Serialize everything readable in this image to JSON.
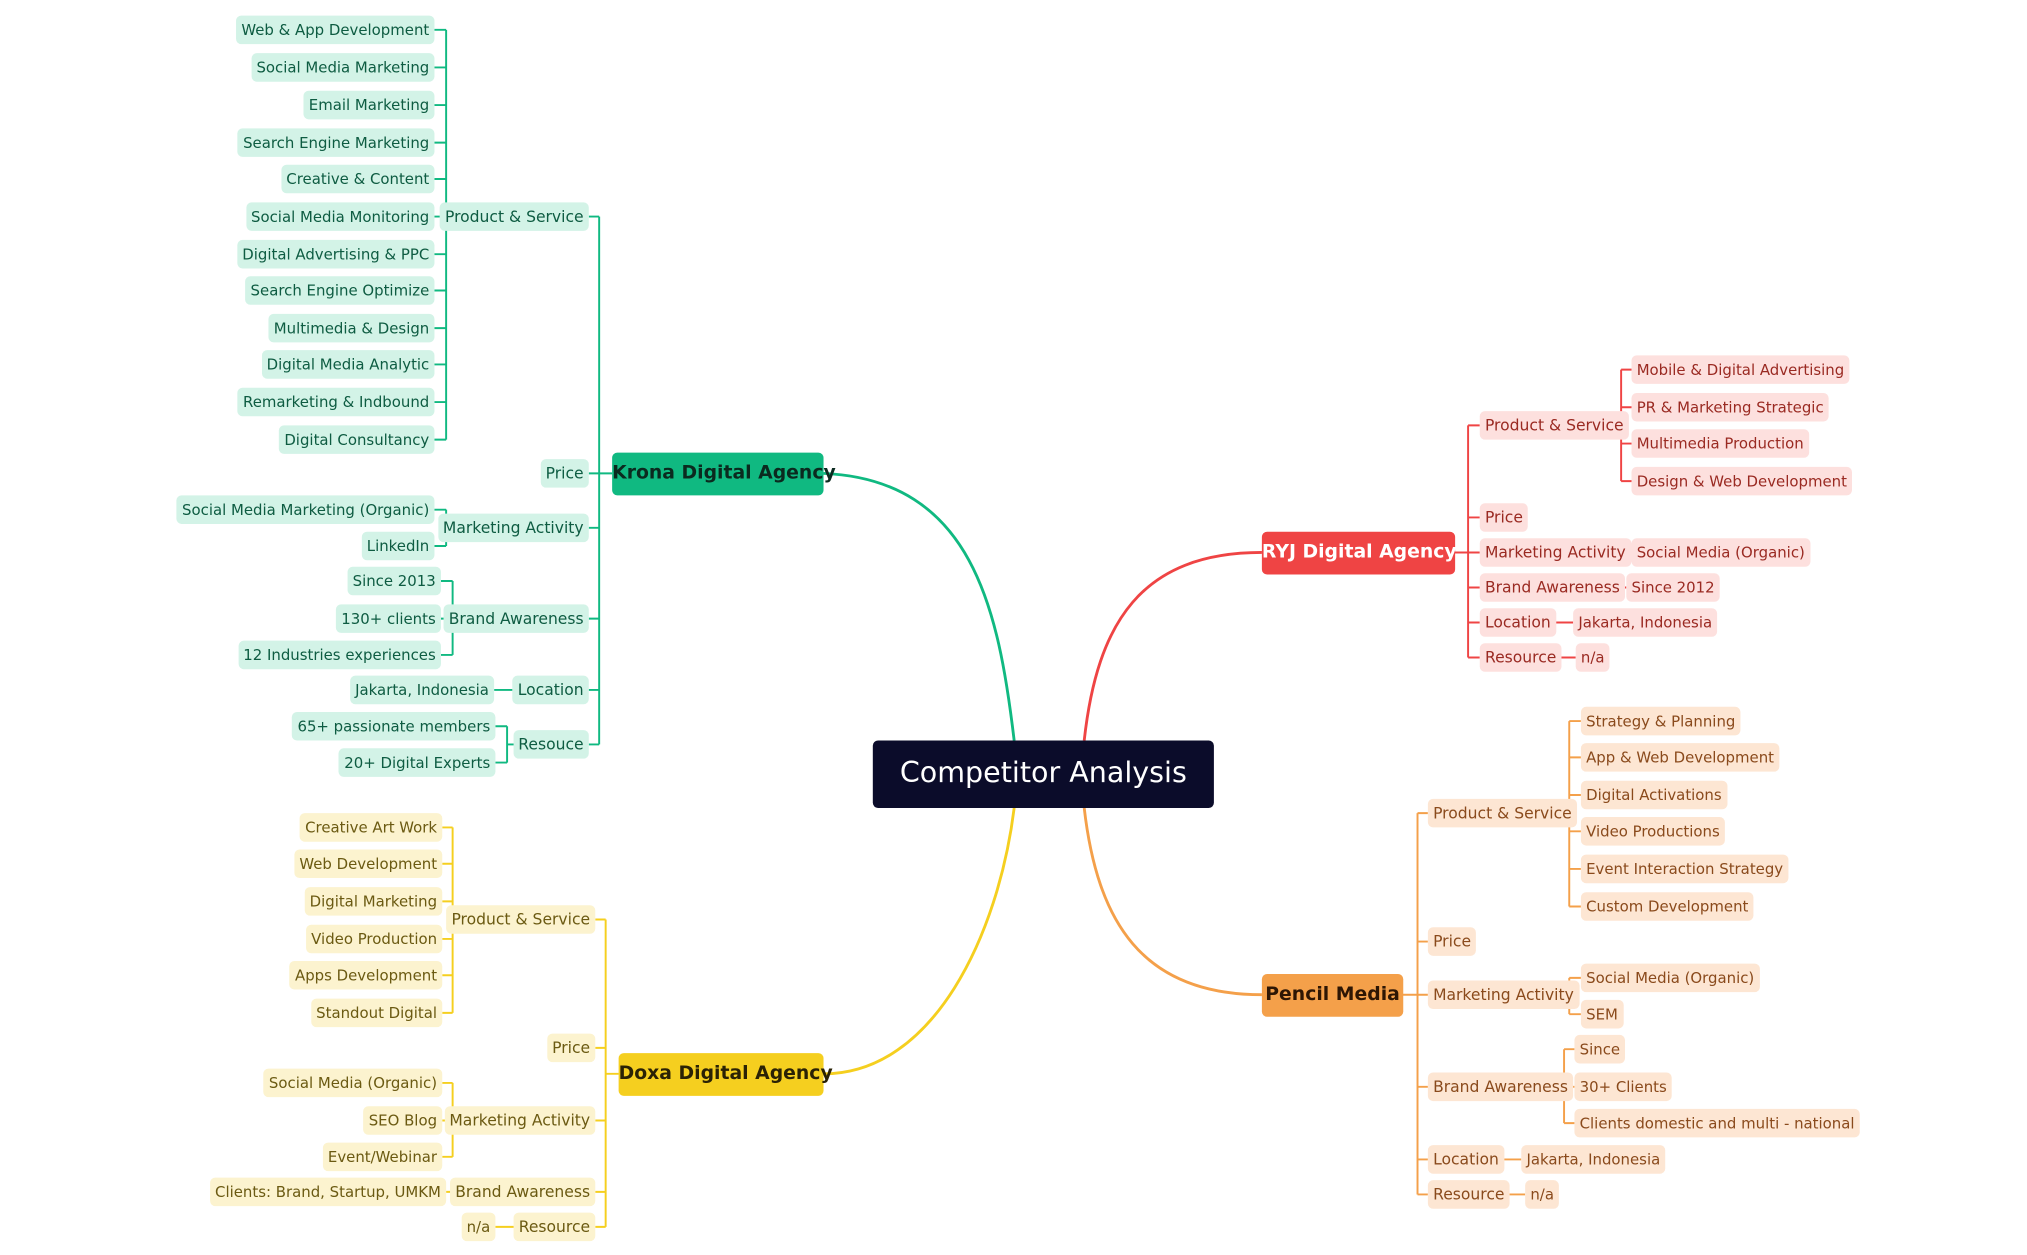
{
  "root": "Competitor Analysis",
  "colors": {
    "krona": "#10b981",
    "ryj": "#ef4444",
    "doxa": "#f5cf1f",
    "pencil": "#f4a04a",
    "root": "#0b0c2a"
  },
  "krona": {
    "name": "Krona Digital Agency",
    "product_service": {
      "label": "Product & Service",
      "items": [
        "Web & App Development",
        "Social Media Marketing",
        "Email Marketing",
        "Search Engine Marketing",
        "Creative & Content",
        "Social Media Monitoring",
        "Digital Advertising & PPC",
        "Search Engine Optimize",
        "Multimedia & Design",
        "Digital Media Analytic",
        "Remarketing & Indbound",
        "Digital Consultancy"
      ]
    },
    "price": {
      "label": "Price"
    },
    "marketing": {
      "label": "Marketing Activity",
      "items": [
        "Social Media Marketing (Organic)",
        "LinkedIn"
      ]
    },
    "brand": {
      "label": "Brand Awareness",
      "items": [
        "Since 2013",
        "130+ clients",
        "12 Industries experiences"
      ]
    },
    "location": {
      "label": "Location",
      "items": [
        "Jakarta, Indonesia"
      ]
    },
    "resource": {
      "label": "Resouce",
      "items": [
        "65+ passionate members",
        "20+ Digital Experts"
      ]
    }
  },
  "ryj": {
    "name": "RYJ Digital Agency",
    "product_service": {
      "label": "Product & Service",
      "items": [
        "Mobile & Digital Advertising",
        "PR & Marketing Strategic",
        "Multimedia Production",
        "Design & Web Development"
      ]
    },
    "price": {
      "label": "Price"
    },
    "marketing": {
      "label": "Marketing Activity",
      "items": [
        "Social Media (Organic)"
      ]
    },
    "brand": {
      "label": "Brand Awareness",
      "items": [
        "Since 2012"
      ]
    },
    "location": {
      "label": "Location",
      "items": [
        "Jakarta, Indonesia"
      ]
    },
    "resource": {
      "label": "Resource",
      "items": [
        "n/a"
      ]
    }
  },
  "doxa": {
    "name": "Doxa Digital Agency",
    "product_service": {
      "label": "Product & Service",
      "items": [
        "Creative Art Work",
        "Web Development",
        "Digital Marketing",
        "Video Production",
        "Apps Development",
        "Standout Digital"
      ]
    },
    "price": {
      "label": "Price"
    },
    "marketing": {
      "label": "Marketing Activity",
      "items": [
        "Social Media (Organic)",
        "SEO Blog",
        "Event/Webinar"
      ]
    },
    "brand": {
      "label": "Brand Awareness",
      "items": [
        "Clients: Brand, Startup, UMKM"
      ]
    },
    "resource": {
      "label": "Resource",
      "items": [
        "n/a"
      ]
    }
  },
  "pencil": {
    "name": "Pencil Media",
    "product_service": {
      "label": "Product & Service",
      "items": [
        "Strategy & Planning",
        "App & Web Development",
        "Digital Activations",
        "Video Productions",
        "Event Interaction Strategy",
        "Custom Development"
      ]
    },
    "price": {
      "label": "Price"
    },
    "marketing": {
      "label": "Marketing Activity",
      "items": [
        "Social Media (Organic)",
        "SEM"
      ]
    },
    "brand": {
      "label": "Brand Awareness",
      "items": [
        "Since",
        "30+ Clients",
        "Clients domestic and multi - national"
      ]
    },
    "location": {
      "label": "Location",
      "items": [
        "Jakarta, Indonesia"
      ]
    },
    "resource": {
      "label": "Resource",
      "items": [
        "n/a"
      ]
    }
  }
}
